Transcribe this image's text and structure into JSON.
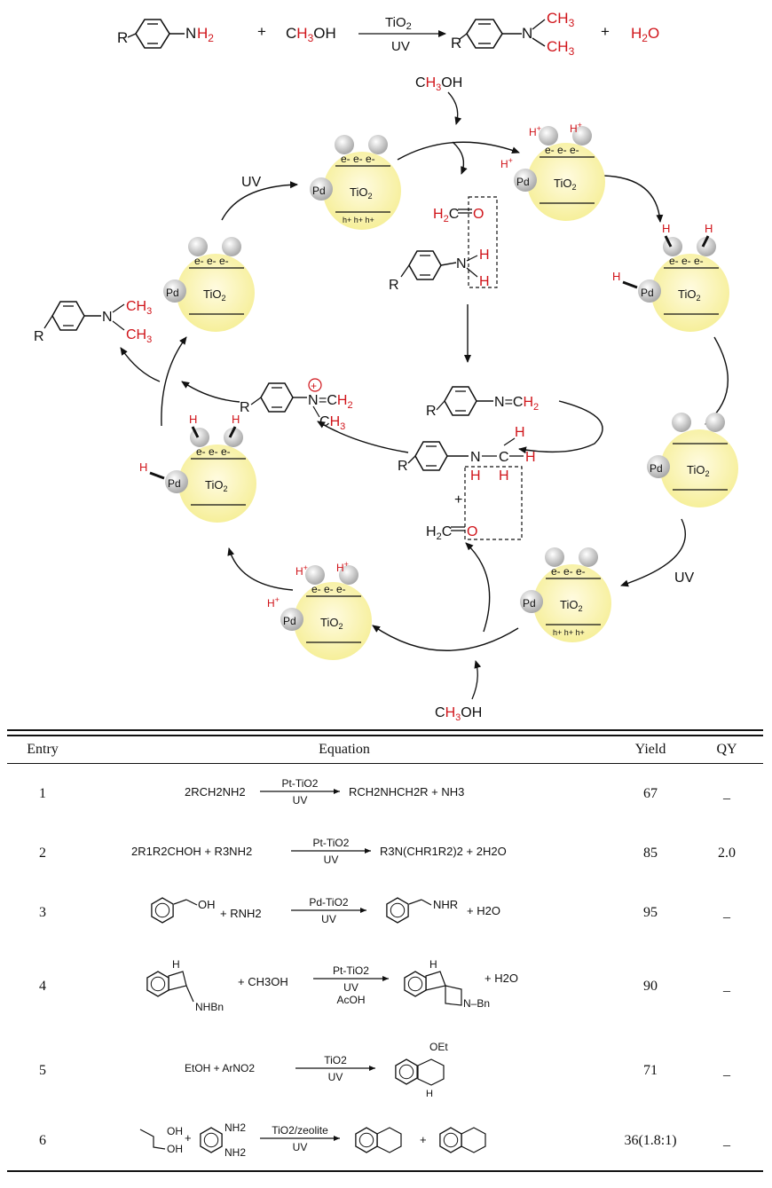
{
  "top_reaction": {
    "reactant_R": "R",
    "reactant_group": "NH",
    "reactant_sub": "2",
    "plus1": "+",
    "methanol": "CH",
    "methanol_sub": "3",
    "methanol_tail": "OH",
    "catalyst": "TiO",
    "catalyst_sub": "2",
    "condition": "UV",
    "product_R": "R",
    "product_N": "N",
    "product_me": "CH",
    "product_me_sub": "3",
    "plus2": "+",
    "water": "H",
    "water_sub": "2",
    "water_tail": "O"
  },
  "cycle": {
    "methanol_top": "CH3OH",
    "methanol_bottom": "CH3OH",
    "uv_labels": [
      "UV",
      "UV"
    ],
    "pd": "Pd",
    "tio2": "TiO2",
    "electrons": "e-   e-   e-",
    "holes": "h+  h+  h+",
    "proton": "H+",
    "hydrogen": "H",
    "formaldehyde": "H2C",
    "oxygen": "O",
    "amine_N": "N",
    "amine_R": "R",
    "imine": "N=CH2",
    "iminium_N": "N",
    "iminium_ch2": "=CH2",
    "iminium_ch3": "CH3",
    "hemiaminal_N": "N",
    "hemiaminal_C": "C",
    "plus": "+",
    "product_ch3": "CH3"
  },
  "table": {
    "headers": [
      "Entry",
      "Equation",
      "Yield",
      "QY"
    ],
    "rows": [
      {
        "entry": "1",
        "yield": "67",
        "qy": "_",
        "left": "2RCH2NH2",
        "catalyst": "Pt-TiO2",
        "cond1": "UV",
        "cond2": "",
        "right": "RCH2NHCH2R + NH3"
      },
      {
        "entry": "2",
        "yield": "85",
        "qy": "2.0",
        "left": "2R1R2CHOH + R3NH2",
        "catalyst": "Pt-TiO2",
        "cond1": "UV",
        "cond2": "",
        "right": "R3N(CHR1R2)2 + 2H2O"
      },
      {
        "entry": "3",
        "yield": "95",
        "qy": "_",
        "left_label": "OH",
        "reagent": "+ RNH2",
        "catalyst": "Pd-TiO2",
        "cond1": "UV",
        "cond2": "",
        "right_label": "NHR",
        "byproduct": "+ H2O"
      },
      {
        "entry": "4",
        "yield": "90",
        "qy": "_",
        "left_nh": "H",
        "left_label": "NHBn",
        "reagent": "+ CH3OH",
        "catalyst": "Pt-TiO2",
        "cond1": "UV",
        "cond2": "AcOH",
        "right_nh": "H",
        "right_label": "N–Bn",
        "byproduct": "+ H2O"
      },
      {
        "entry": "5",
        "yield": "71",
        "qy": "_",
        "left": "EtOH  +  ArNO2",
        "catalyst": "TiO2",
        "cond1": "UV",
        "cond2": "",
        "right_label": "OEt",
        "right_nh": "H"
      },
      {
        "entry": "6",
        "yield": "36(1.8:1)",
        "qy": "_",
        "left_label": "OH",
        "left_label2": "OH",
        "nh2a": "NH2",
        "nh2b": "NH2",
        "catalyst": "TiO2/zeolite",
        "cond1": "UV",
        "cond2": "",
        "plus": "+",
        "byproduct": "+"
      }
    ]
  }
}
